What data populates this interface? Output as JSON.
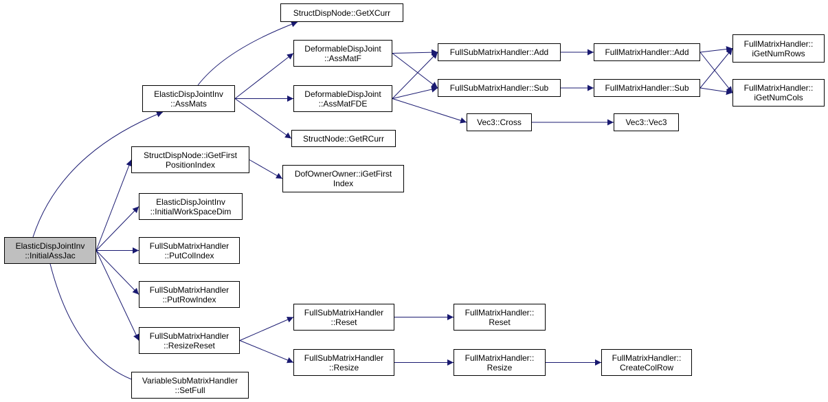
{
  "colors": {
    "edge": "#191970",
    "root_fill": "#bfbfbf",
    "node_fill": "#ffffff",
    "border": "#000000"
  },
  "nodes": {
    "root": {
      "l1": "ElasticDispJointInv",
      "l2": "::InitialAssJac"
    },
    "assmats": {
      "l1": "ElasticDispJointInv",
      "l2": "::AssMats"
    },
    "sdn_first": {
      "l1": "StructDispNode::iGetFirst",
      "l2": "PositionIndex"
    },
    "iwsd": {
      "l1": "ElasticDispJointInv",
      "l2": "::InitialWorkSpaceDim"
    },
    "putcol": {
      "l1": "FullSubMatrixHandler",
      "l2": "::PutColIndex"
    },
    "putrow": {
      "l1": "FullSubMatrixHandler",
      "l2": "::PutRowIndex"
    },
    "resizereset": {
      "l1": "FullSubMatrixHandler",
      "l2": "::ResizeReset"
    },
    "setfull": {
      "l1": "VariableSubMatrixHandler",
      "l2": "::SetFull"
    },
    "getxcurr": {
      "l1": "StructDispNode::GetXCurr"
    },
    "assmatf": {
      "l1": "DeformableDispJoint",
      "l2": "::AssMatF"
    },
    "assmatfde": {
      "l1": "DeformableDispJoint",
      "l2": "::AssMatFDE"
    },
    "getrcurr": {
      "l1": "StructNode::GetRCurr"
    },
    "dofowner": {
      "l1": "DofOwnerOwner::iGetFirst",
      "l2": "Index"
    },
    "fsm_reset": {
      "l1": "FullSubMatrixHandler",
      "l2": "::Reset"
    },
    "fsm_resize": {
      "l1": "FullSubMatrixHandler",
      "l2": "::Resize"
    },
    "fsm_add": {
      "l1": "FullSubMatrixHandler::Add"
    },
    "fsm_sub": {
      "l1": "FullSubMatrixHandler::Sub"
    },
    "vec3cross": {
      "l1": "Vec3::Cross"
    },
    "fm_reset": {
      "l1": "FullMatrixHandler::",
      "l2": "Reset"
    },
    "fm_resize": {
      "l1": "FullMatrixHandler::",
      "l2": "Resize"
    },
    "fm_add": {
      "l1": "FullMatrixHandler::Add"
    },
    "fm_sub": {
      "l1": "FullMatrixHandler::Sub"
    },
    "vec3vec3": {
      "l1": "Vec3::Vec3"
    },
    "createcolrow": {
      "l1": "FullMatrixHandler::",
      "l2": "CreateColRow"
    },
    "numrows": {
      "l1": "FullMatrixHandler::",
      "l2": "iGetNumRows"
    },
    "numcols": {
      "l1": "FullMatrixHandler::",
      "l2": "iGetNumCols"
    }
  },
  "edges": [
    [
      "root",
      "assmats"
    ],
    [
      "root",
      "sdn_first"
    ],
    [
      "root",
      "iwsd"
    ],
    [
      "root",
      "putcol"
    ],
    [
      "root",
      "putrow"
    ],
    [
      "root",
      "resizereset"
    ],
    [
      "root",
      "setfull"
    ],
    [
      "assmats",
      "getxcurr"
    ],
    [
      "assmats",
      "assmatf"
    ],
    [
      "assmats",
      "assmatfde"
    ],
    [
      "assmats",
      "getrcurr"
    ],
    [
      "sdn_first",
      "dofowner"
    ],
    [
      "resizereset",
      "fsm_reset"
    ],
    [
      "resizereset",
      "fsm_resize"
    ],
    [
      "assmatf",
      "fsm_add"
    ],
    [
      "assmatf",
      "fsm_sub"
    ],
    [
      "assmatfde",
      "fsm_add"
    ],
    [
      "assmatfde",
      "fsm_sub"
    ],
    [
      "assmatfde",
      "vec3cross"
    ],
    [
      "fsm_add",
      "fm_add"
    ],
    [
      "fsm_sub",
      "fm_sub"
    ],
    [
      "fm_add",
      "numrows"
    ],
    [
      "fm_add",
      "numcols"
    ],
    [
      "fm_sub",
      "numrows"
    ],
    [
      "fm_sub",
      "numcols"
    ],
    [
      "vec3cross",
      "vec3vec3"
    ],
    [
      "fsm_reset",
      "fm_reset"
    ],
    [
      "fsm_resize",
      "fm_resize"
    ],
    [
      "fm_resize",
      "createcolrow"
    ]
  ]
}
